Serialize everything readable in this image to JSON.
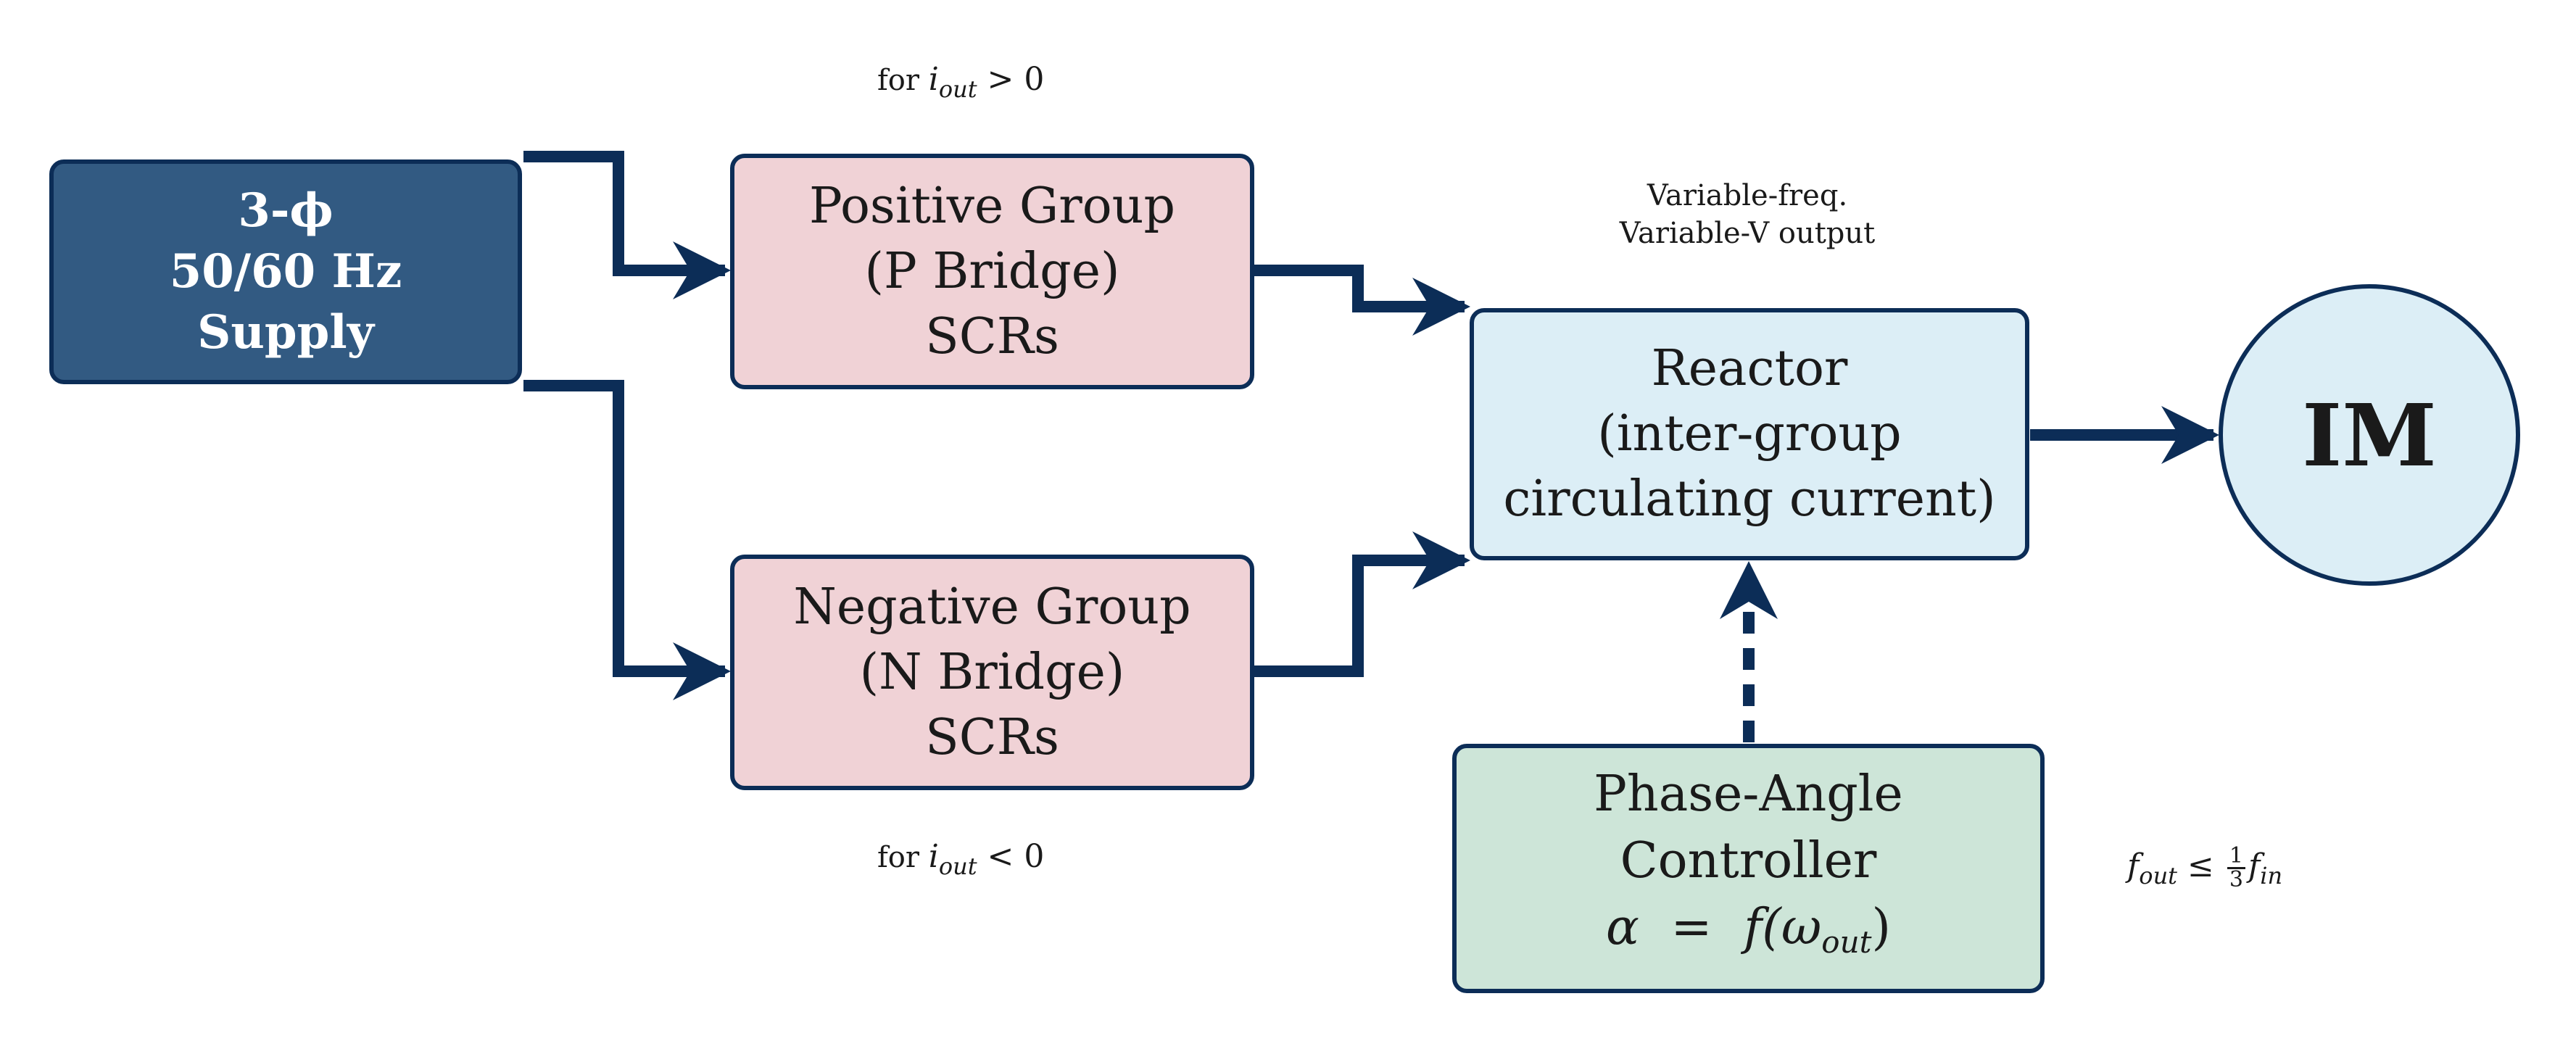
{
  "colors": {
    "edge": "#0c2d57",
    "supply_fill": "#325a82",
    "bridge_fill": "#f0d2d6",
    "reactor_fill": "#dceef6",
    "controller_fill": "#cde5d8",
    "motor_fill": "#dceef6"
  },
  "supply": {
    "line1": "3-ϕ",
    "line2": "50/60 Hz",
    "line3": "Supply"
  },
  "positive_group": {
    "line1": "Positive Group",
    "line2": "(P Bridge)",
    "line3": "SCRs"
  },
  "negative_group": {
    "line1": "Negative Group",
    "line2": "(N Bridge)",
    "line3": "SCRs"
  },
  "reactor": {
    "line1": "Reactor",
    "line2": "(inter-group",
    "line3": "circulating current)"
  },
  "controller": {
    "line1": "Phase-Angle",
    "line2": "Controller",
    "alpha": "α",
    "eq": "=",
    "f": "f(ω",
    "sub": "out",
    "close": ")"
  },
  "motor": {
    "label": "IM"
  },
  "labels": {
    "pos_cond_prefix": "for ",
    "pos_cond_var": "i",
    "pos_cond_sub": "out",
    "pos_cond_rel": " > 0",
    "neg_cond_prefix": "for ",
    "neg_cond_var": "i",
    "neg_cond_sub": "out",
    "neg_cond_rel": " < 0",
    "output_line1": "Variable-freq.",
    "output_line2": "Variable-V output",
    "freq_f1": "f",
    "freq_sub1": "out",
    "freq_rel": " ≤ ",
    "freq_num": "1",
    "freq_den": "3",
    "freq_f2": "f",
    "freq_sub2": "in"
  }
}
